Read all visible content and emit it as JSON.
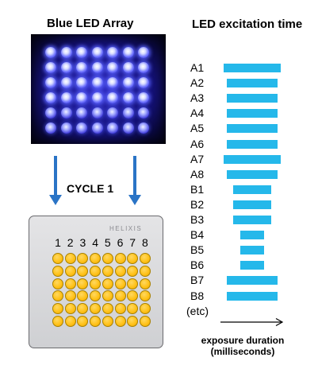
{
  "left_title": "Blue LED Array",
  "right_title": "LED excitation time",
  "cycle_label": "CYCLE 1",
  "plate_brand": "HELIXIS",
  "plate_columns": [
    "1",
    "2",
    "3",
    "4",
    "5",
    "6",
    "7",
    "8"
  ],
  "bar_color": "#25b8ea",
  "led_color": "#2a24c8",
  "well_color": "#ffc21a",
  "arrow_color": "#2a74c6",
  "excitation": [
    {
      "label": "A1",
      "duration": 1.0
    },
    {
      "label": "A2",
      "duration": 0.89
    },
    {
      "label": "A3",
      "duration": 0.89
    },
    {
      "label": "A4",
      "duration": 0.89
    },
    {
      "label": "A5",
      "duration": 0.89
    },
    {
      "label": "A6",
      "duration": 0.89
    },
    {
      "label": "A7",
      "duration": 1.0
    },
    {
      "label": "A8",
      "duration": 0.89
    },
    {
      "label": "B1",
      "duration": 0.68
    },
    {
      "label": "B2",
      "duration": 0.68
    },
    {
      "label": "B3",
      "duration": 0.68
    },
    {
      "label": "B4",
      "duration": 0.41
    },
    {
      "label": "B5",
      "duration": 0.41
    },
    {
      "label": "B6",
      "duration": 0.41
    },
    {
      "label": "B7",
      "duration": 0.89
    },
    {
      "label": "B8",
      "duration": 0.89
    }
  ],
  "etc_label": "(etc)",
  "axis_label_line1": "exposure duration",
  "axis_label_line2": "(milliseconds)"
}
